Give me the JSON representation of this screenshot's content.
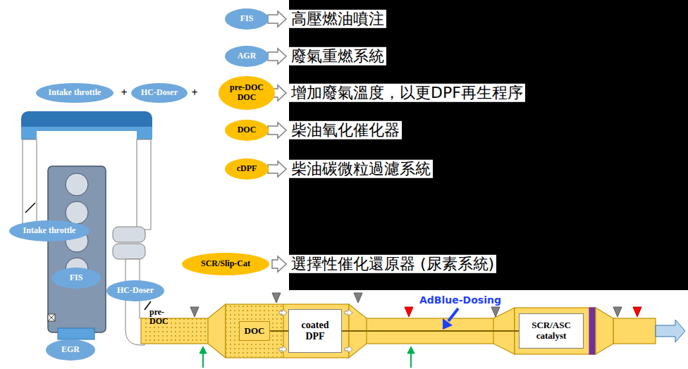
{
  "diagram": {
    "nodes": [
      {
        "text": [
          "FIS"
        ]
      },
      {
        "text": [
          "AGR"
        ]
      },
      {
        "text": [
          "Intake throttle"
        ]
      },
      {
        "text": [
          "HC-Doser"
        ]
      },
      {
        "text": [
          "pre-DOC DOC"
        ]
      },
      {
        "text": [
          "DOC"
        ]
      },
      {
        "text": [
          "cDPF"
        ]
      },
      {
        "text": [
          "SCR/Slip-Cat"
        ]
      },
      {
        "text": [
          "Intake throttle"
        ]
      },
      {
        "text": [
          "FIS"
        ]
      },
      {
        "text": [
          "HC-Doser"
        ]
      },
      {
        "text": [
          "EGR"
        ]
      },
      {
        "text": [
          "DOC"
        ]
      },
      {
        "text": [
          "coated DPF"
        ]
      },
      {
        "text": [
          "SCR/ASC catalyst"
        ]
      }
    ],
    "edges": [
      {
        "from": 12,
        "to": 13,
        "arrow": "none"
      },
      {
        "from": 13,
        "to": 14,
        "arrow": "none"
      }
    ],
    "labels": [
      "高壓燃油噴注",
      "廢氣重燃系統",
      "+",
      "+",
      "增加廢氣溫度，以更DPF再生程序",
      "柴油氧化催化器",
      "柴油碳微粒過濾系統",
      "選擇性催化還原器 (尿素系統)",
      "pre-DOC",
      "AdBlue-Dosing"
    ]
  }
}
